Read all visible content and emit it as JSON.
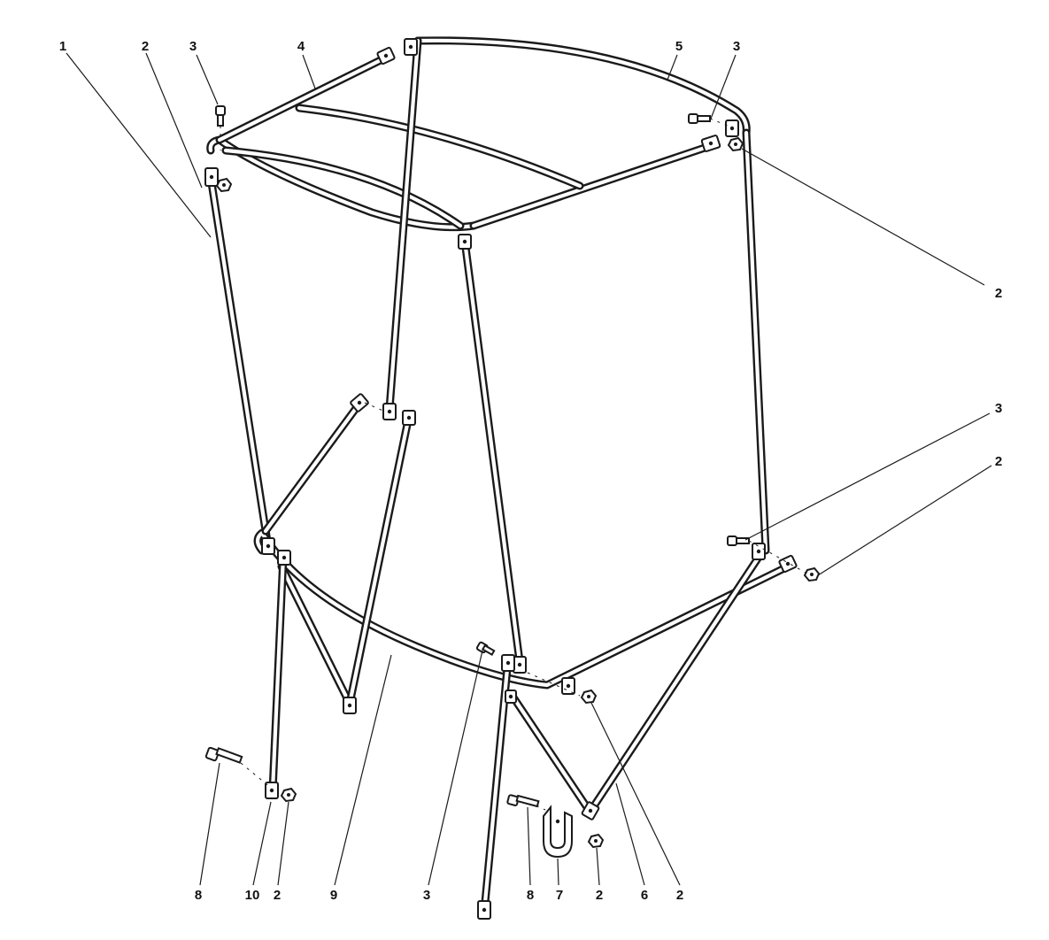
{
  "callouts": {
    "c1": "1",
    "c2_top_left": "2",
    "c3_top_left": "3",
    "c4": "4",
    "c5": "5",
    "c3_top_right": "3",
    "c2_right_upper": "2",
    "c3_right_mid": "3",
    "c2_right_mid": "2",
    "c8_left": "8",
    "c10": "10",
    "c2_bottom_left": "2",
    "c9": "9",
    "c3_bottom": "3",
    "c8_right": "8",
    "c7": "7",
    "c2_bottom_right": "2",
    "c6": "6",
    "c2_bottom_far_right": "2"
  },
  "colors": {
    "ink": "#1a1a1a",
    "paper": "#ffffff"
  }
}
